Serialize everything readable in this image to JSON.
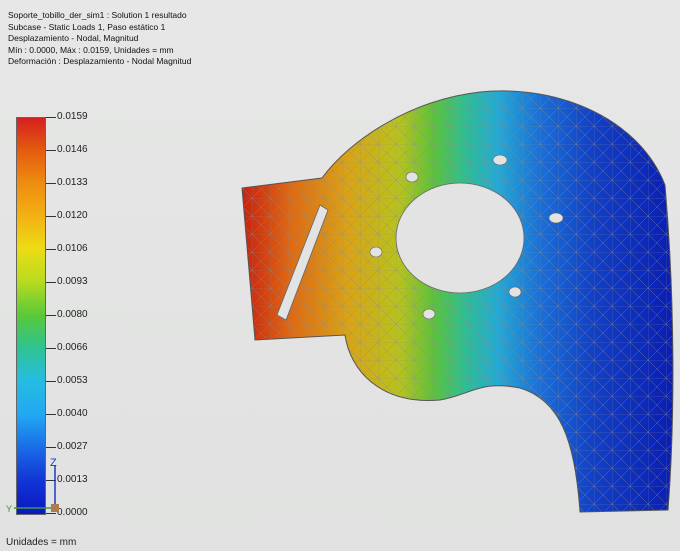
{
  "header": {
    "line1": "Soporte_tobillo_der_sim1 : Solution 1 resultado",
    "line2": "Subcase - Static Loads 1, Paso estático 1",
    "line3": "Desplazamiento - Nodal, Magnitud",
    "line4": "Mín : 0.0000, Máx : 0.0159, Unidades = mm",
    "line5": "Deformación : Desplazamiento - Nodal Magnitud"
  },
  "legend": {
    "values": [
      "0.0159",
      "0.0146",
      "0.0133",
      "0.0120",
      "0.0106",
      "0.0093",
      "0.0080",
      "0.0066",
      "0.0053",
      "0.0040",
      "0.0027",
      "0.0013",
      "0.0000"
    ]
  },
  "units_label": "Unidades = mm",
  "triad": {
    "z_label": "Z",
    "y_label": "Y"
  },
  "colors": {
    "max": "#d61f1f",
    "mid": "#eddc15",
    "min": "#0a17c4",
    "mesh": "#8c8c8c"
  }
}
